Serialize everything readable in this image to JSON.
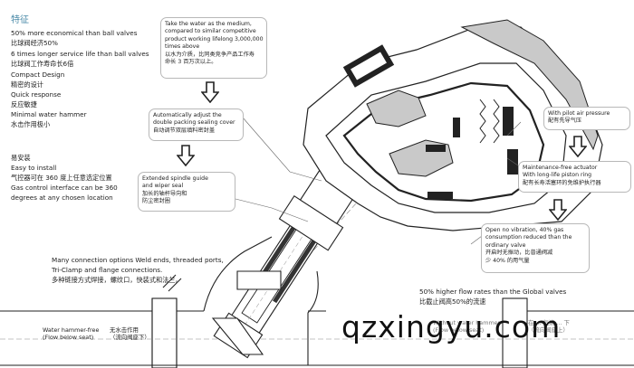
{
  "features": {
    "title": "特征",
    "lines": [
      "50% more economical than ball valves",
      "比球阀经济50%",
      "6 times longer service life than ball valves",
      "比球阀工作寿命长6倍",
      "Compact Design",
      "精密的设计",
      "Quick response",
      "反应敏捷",
      "Minimal water hammer",
      "水击作用极小"
    ]
  },
  "install": {
    "lines": [
      "易安装",
      "Easy to install",
      "气控器可在 360 度上任意选定位置",
      "Gas control interface can be 360",
      "degrees at any chosen location"
    ]
  },
  "callouts": {
    "medium": [
      "Take the water as the medium,",
      "compared to similar competitive",
      "product working lifelong 3,000,000",
      "times above",
      "以水为介质，比同类竞争产品工作寿",
      "命长 3 百万次以上。"
    ],
    "packing": [
      "Automatically adjust the",
      "double packing sealing cover",
      "自动调节双层填料密封盖"
    ],
    "spindle": [
      "Extended spindle guide",
      "and wiper seal",
      "加长的轴杆导向和",
      "防尘密封圈"
    ],
    "pilot": [
      "With pilot air pressure",
      "配有先导气压"
    ],
    "actuator": [
      "Maintenance-free actuator",
      "With long-life piston ring",
      "配有长寿活塞环的免维护执行器"
    ],
    "vibration": [
      "Open no vibration, 40% gas",
      "consumption reduced than the",
      "ordinary valve",
      "开启时无振动，比普通阀减",
      "少 40% 的用气量"
    ]
  },
  "connections": [
    "Many connection options Weld ends, threaded ports,",
    "Tri-Clamp and flange connections.",
    "多种链接方式焊接，螺纹口，快装式和法兰。"
  ],
  "flow_rate": [
    "50% higher  flow rates than the Global valves",
    "比截止阀高50%的流速"
  ],
  "bottom_left": {
    "en": [
      "Water hammer-free",
      "(Flow below seat)"
    ],
    "zh": [
      "无水击作用",
      "（流向阀座下）"
    ]
  },
  "bottom_mid": [
    "Without water hammer",
    "(Flow below seat)"
  ],
  "bottom_right": [
    "在 ... 气流 ... 下",
    "（流向阀座上）"
  ],
  "watermark": "qzxingyu.com"
}
